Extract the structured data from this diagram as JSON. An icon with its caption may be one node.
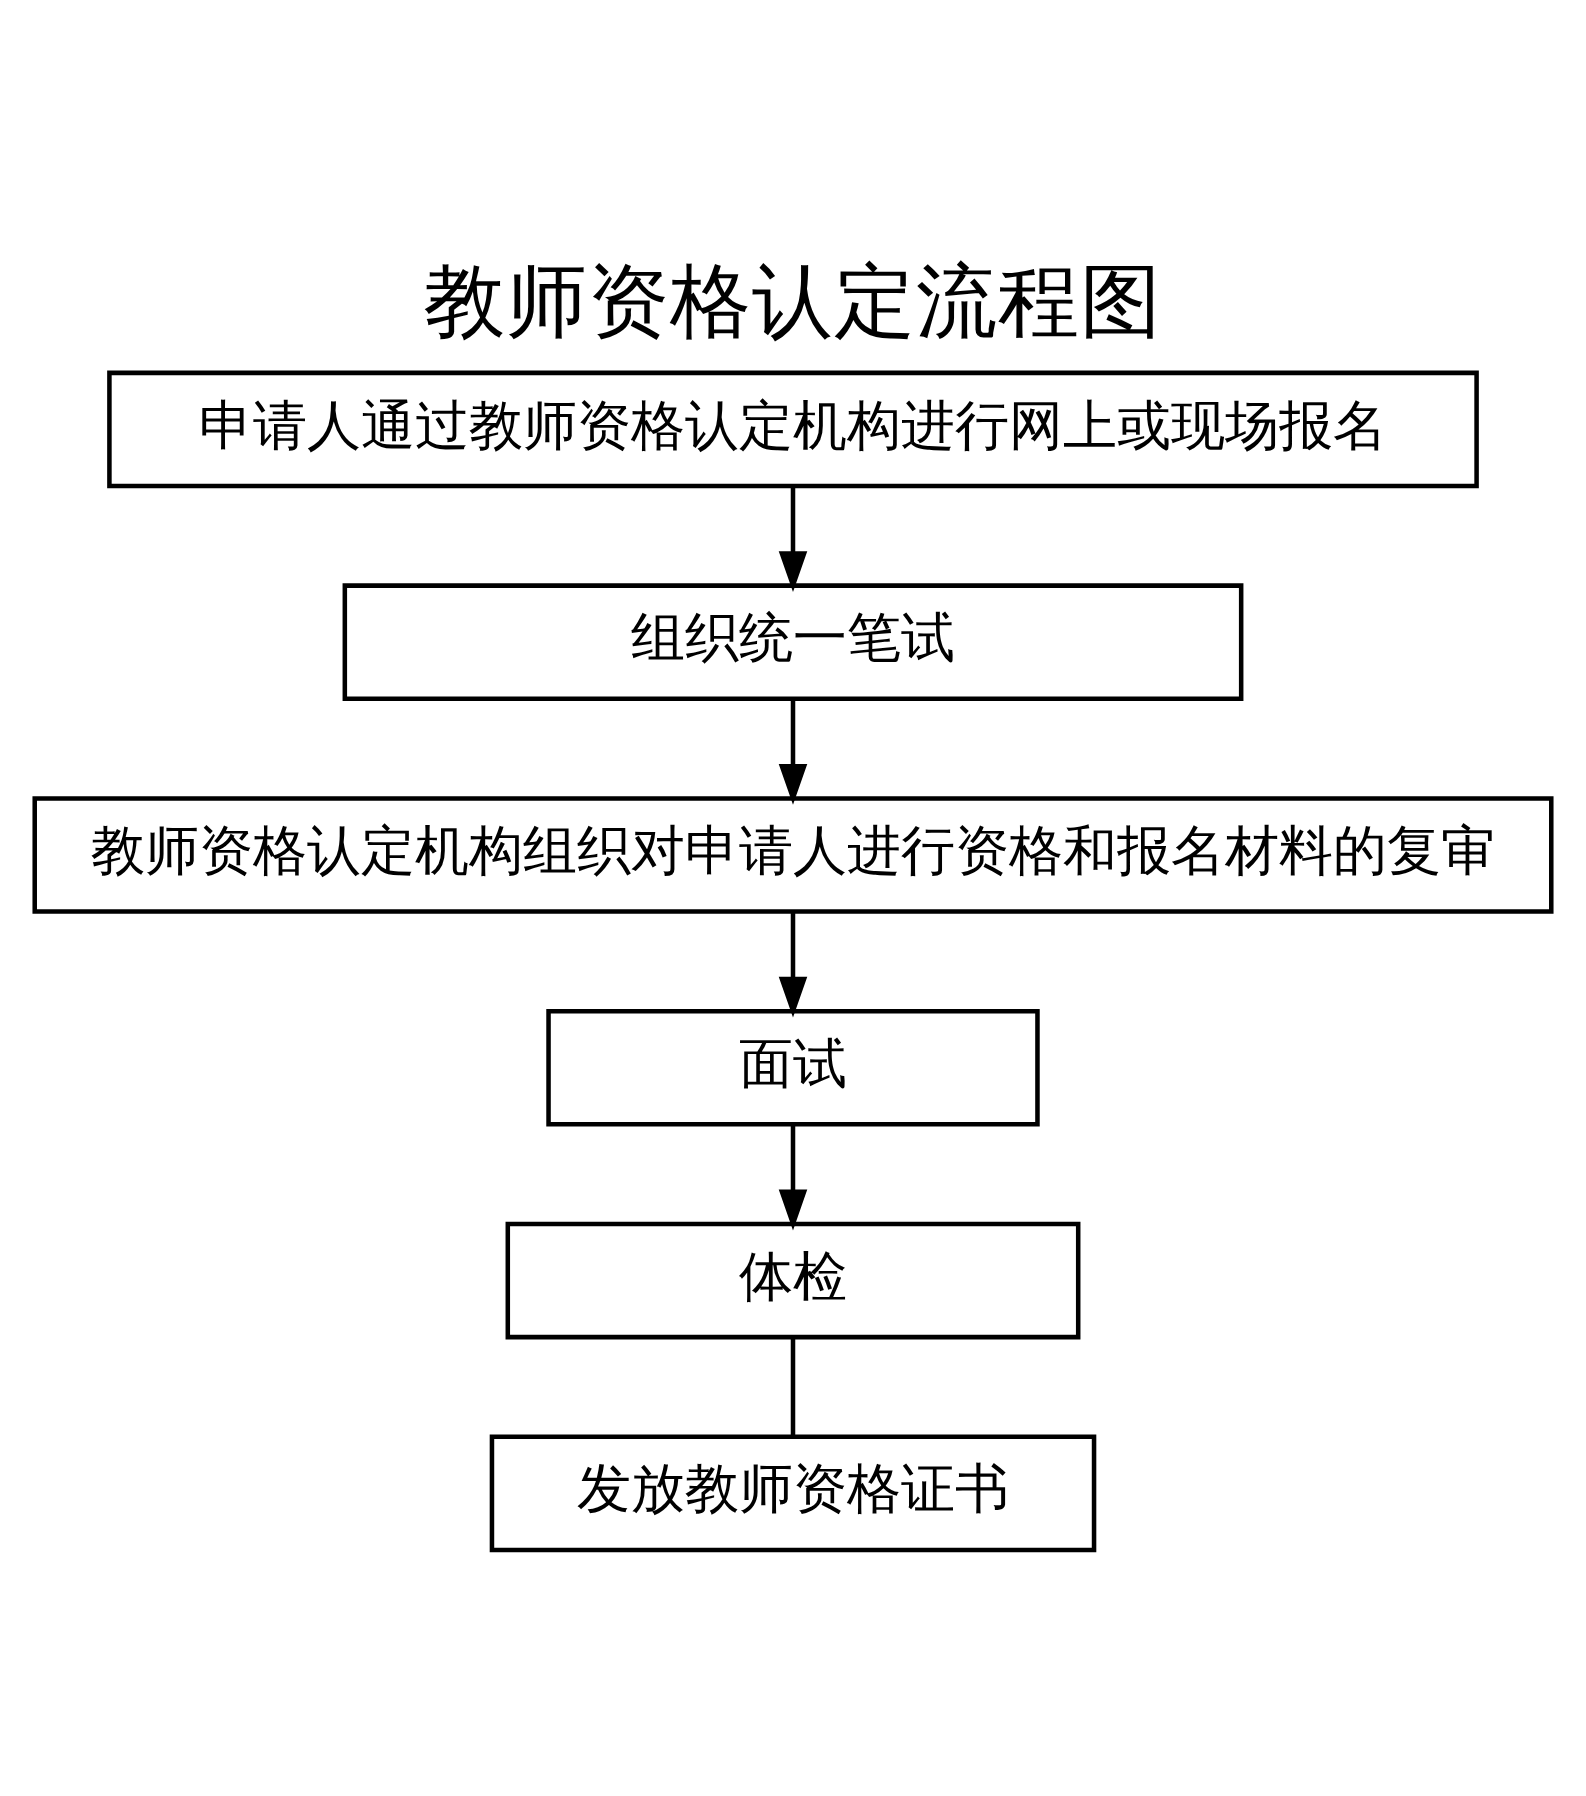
{
  "diagram": {
    "title": "教师资格认定流程图",
    "nodes": [
      {
        "text": [
          "申请人通过教师资格认定机构进行网上或现场报名"
        ]
      },
      {
        "text": [
          "组织统一笔试"
        ]
      },
      {
        "text": [
          "教师资格认定机构组织对申请人进行资格和报名材料的复审"
        ]
      },
      {
        "text": [
          "面试"
        ]
      },
      {
        "text": [
          "体检"
        ]
      },
      {
        "text": [
          "发放教师资格证书"
        ]
      }
    ],
    "edges": [
      {
        "from": 0,
        "to": 1,
        "arrow": "to"
      },
      {
        "from": 1,
        "to": 2,
        "arrow": "to"
      },
      {
        "from": 2,
        "to": 3,
        "arrow": "to"
      },
      {
        "from": 3,
        "to": 4,
        "arrow": "to"
      },
      {
        "from": 4,
        "to": 5,
        "arrow": "none"
      }
    ]
  }
}
